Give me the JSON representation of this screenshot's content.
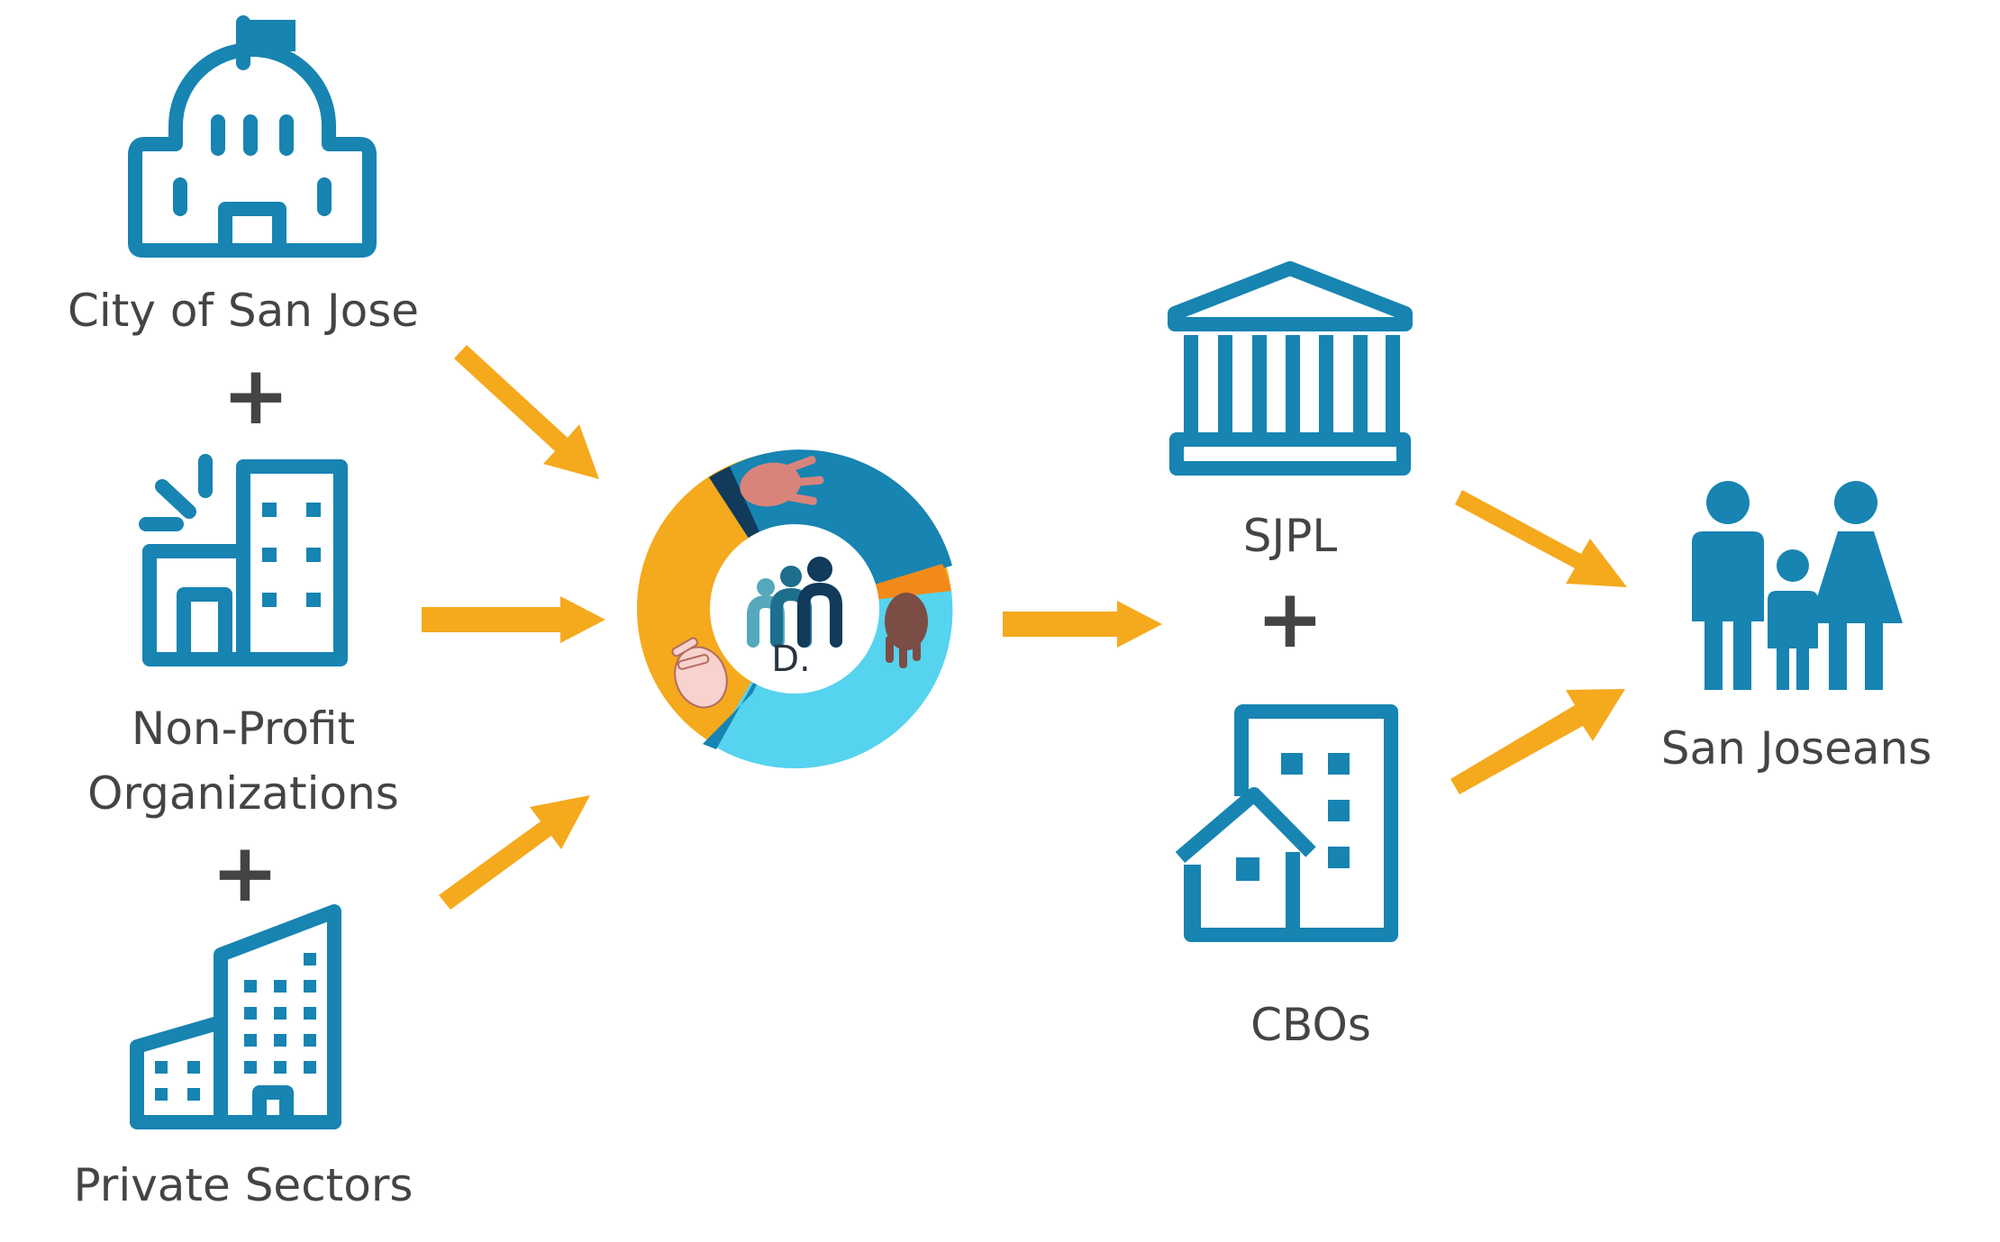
{
  "colors": {
    "icon_blue": "#1784b2",
    "arrow_orange": "#f5a91d",
    "plus_dark": "#1b3a4f",
    "label_gray": "#444444",
    "donut_orange": "#f5a91d",
    "donut_blue": "#1784b2",
    "donut_light_blue": "#56d3ee",
    "donut_navy": "#113a5b"
  },
  "sources": [
    {
      "label_lines": [
        "City of San Jose"
      ],
      "icon": "city-hall-icon"
    },
    {
      "label_lines": [
        "Non-Profit",
        "Organizations"
      ],
      "icon": "nonprofit-building-icon"
    },
    {
      "label_lines": [
        "Private Sectors"
      ],
      "icon": "office-buildings-icon"
    }
  ],
  "plus_symbol": "+",
  "hub": {
    "icon": "community-people-icon",
    "partial_text": "D."
  },
  "channels": [
    {
      "label": "SJPL",
      "icon": "library-icon"
    },
    {
      "label": "CBOs",
      "icon": "community-house-icon"
    }
  ],
  "destination": {
    "label": "San Joseans",
    "icon": "family-icon"
  }
}
